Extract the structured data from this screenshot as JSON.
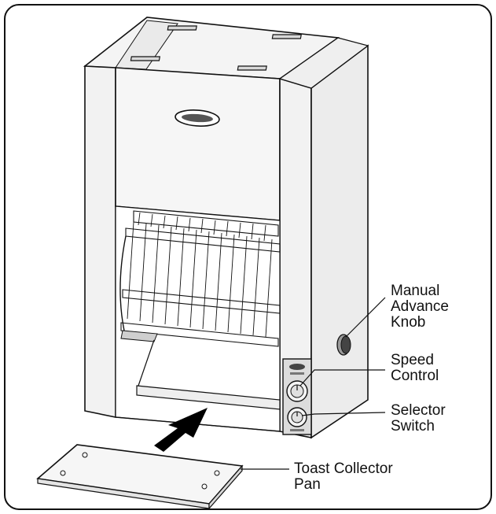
{
  "callouts": {
    "manual_advance_knob": {
      "line1": "Manual",
      "line2": "Advance",
      "line3": "Knob"
    },
    "speed_control": {
      "line1": "Speed",
      "line2": "Control"
    },
    "selector_switch": {
      "line1": "Selector",
      "line2": "Switch"
    },
    "toast_collector_pan": {
      "line1": "Toast Collector",
      "line2": "Pan"
    }
  },
  "colors": {
    "outline": "#111111",
    "body_fill": "#f4f4f4",
    "side_fill": "#e9e9e9",
    "panel_fill": "#dcdcdc",
    "arrow": "#000000"
  },
  "icons": {
    "logo_badge": "oval-logo-badge",
    "arrow": "insertion-arrow"
  }
}
